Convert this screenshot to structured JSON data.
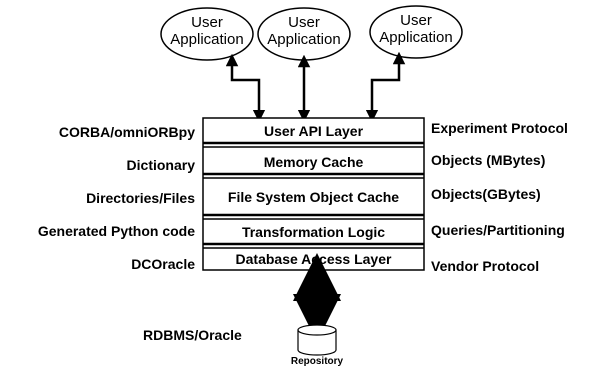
{
  "applications": [
    {
      "line1": "User",
      "line2": "Application"
    },
    {
      "line1": "User",
      "line2": "Application"
    },
    {
      "line1": "User",
      "line2": "Application"
    }
  ],
  "layers": [
    {
      "name": "User API Layer",
      "left": "CORBA/omniORBpy",
      "right": "Experiment Protocol"
    },
    {
      "name": "Memory Cache",
      "left": "Dictionary",
      "right": "Objects (MBytes)"
    },
    {
      "name": "File System Object Cache",
      "left": "Directories/Files",
      "right": "Objects(GBytes)"
    },
    {
      "name": "Transformation Logic",
      "left": "Generated Python code",
      "right": "Queries/Partitioning"
    },
    {
      "name": "Database Access Layer",
      "left": "DCOracle",
      "right": "Vendor Protocol"
    }
  ],
  "storage": {
    "label": "RDBMS/Oracle",
    "repository": "Repository"
  }
}
